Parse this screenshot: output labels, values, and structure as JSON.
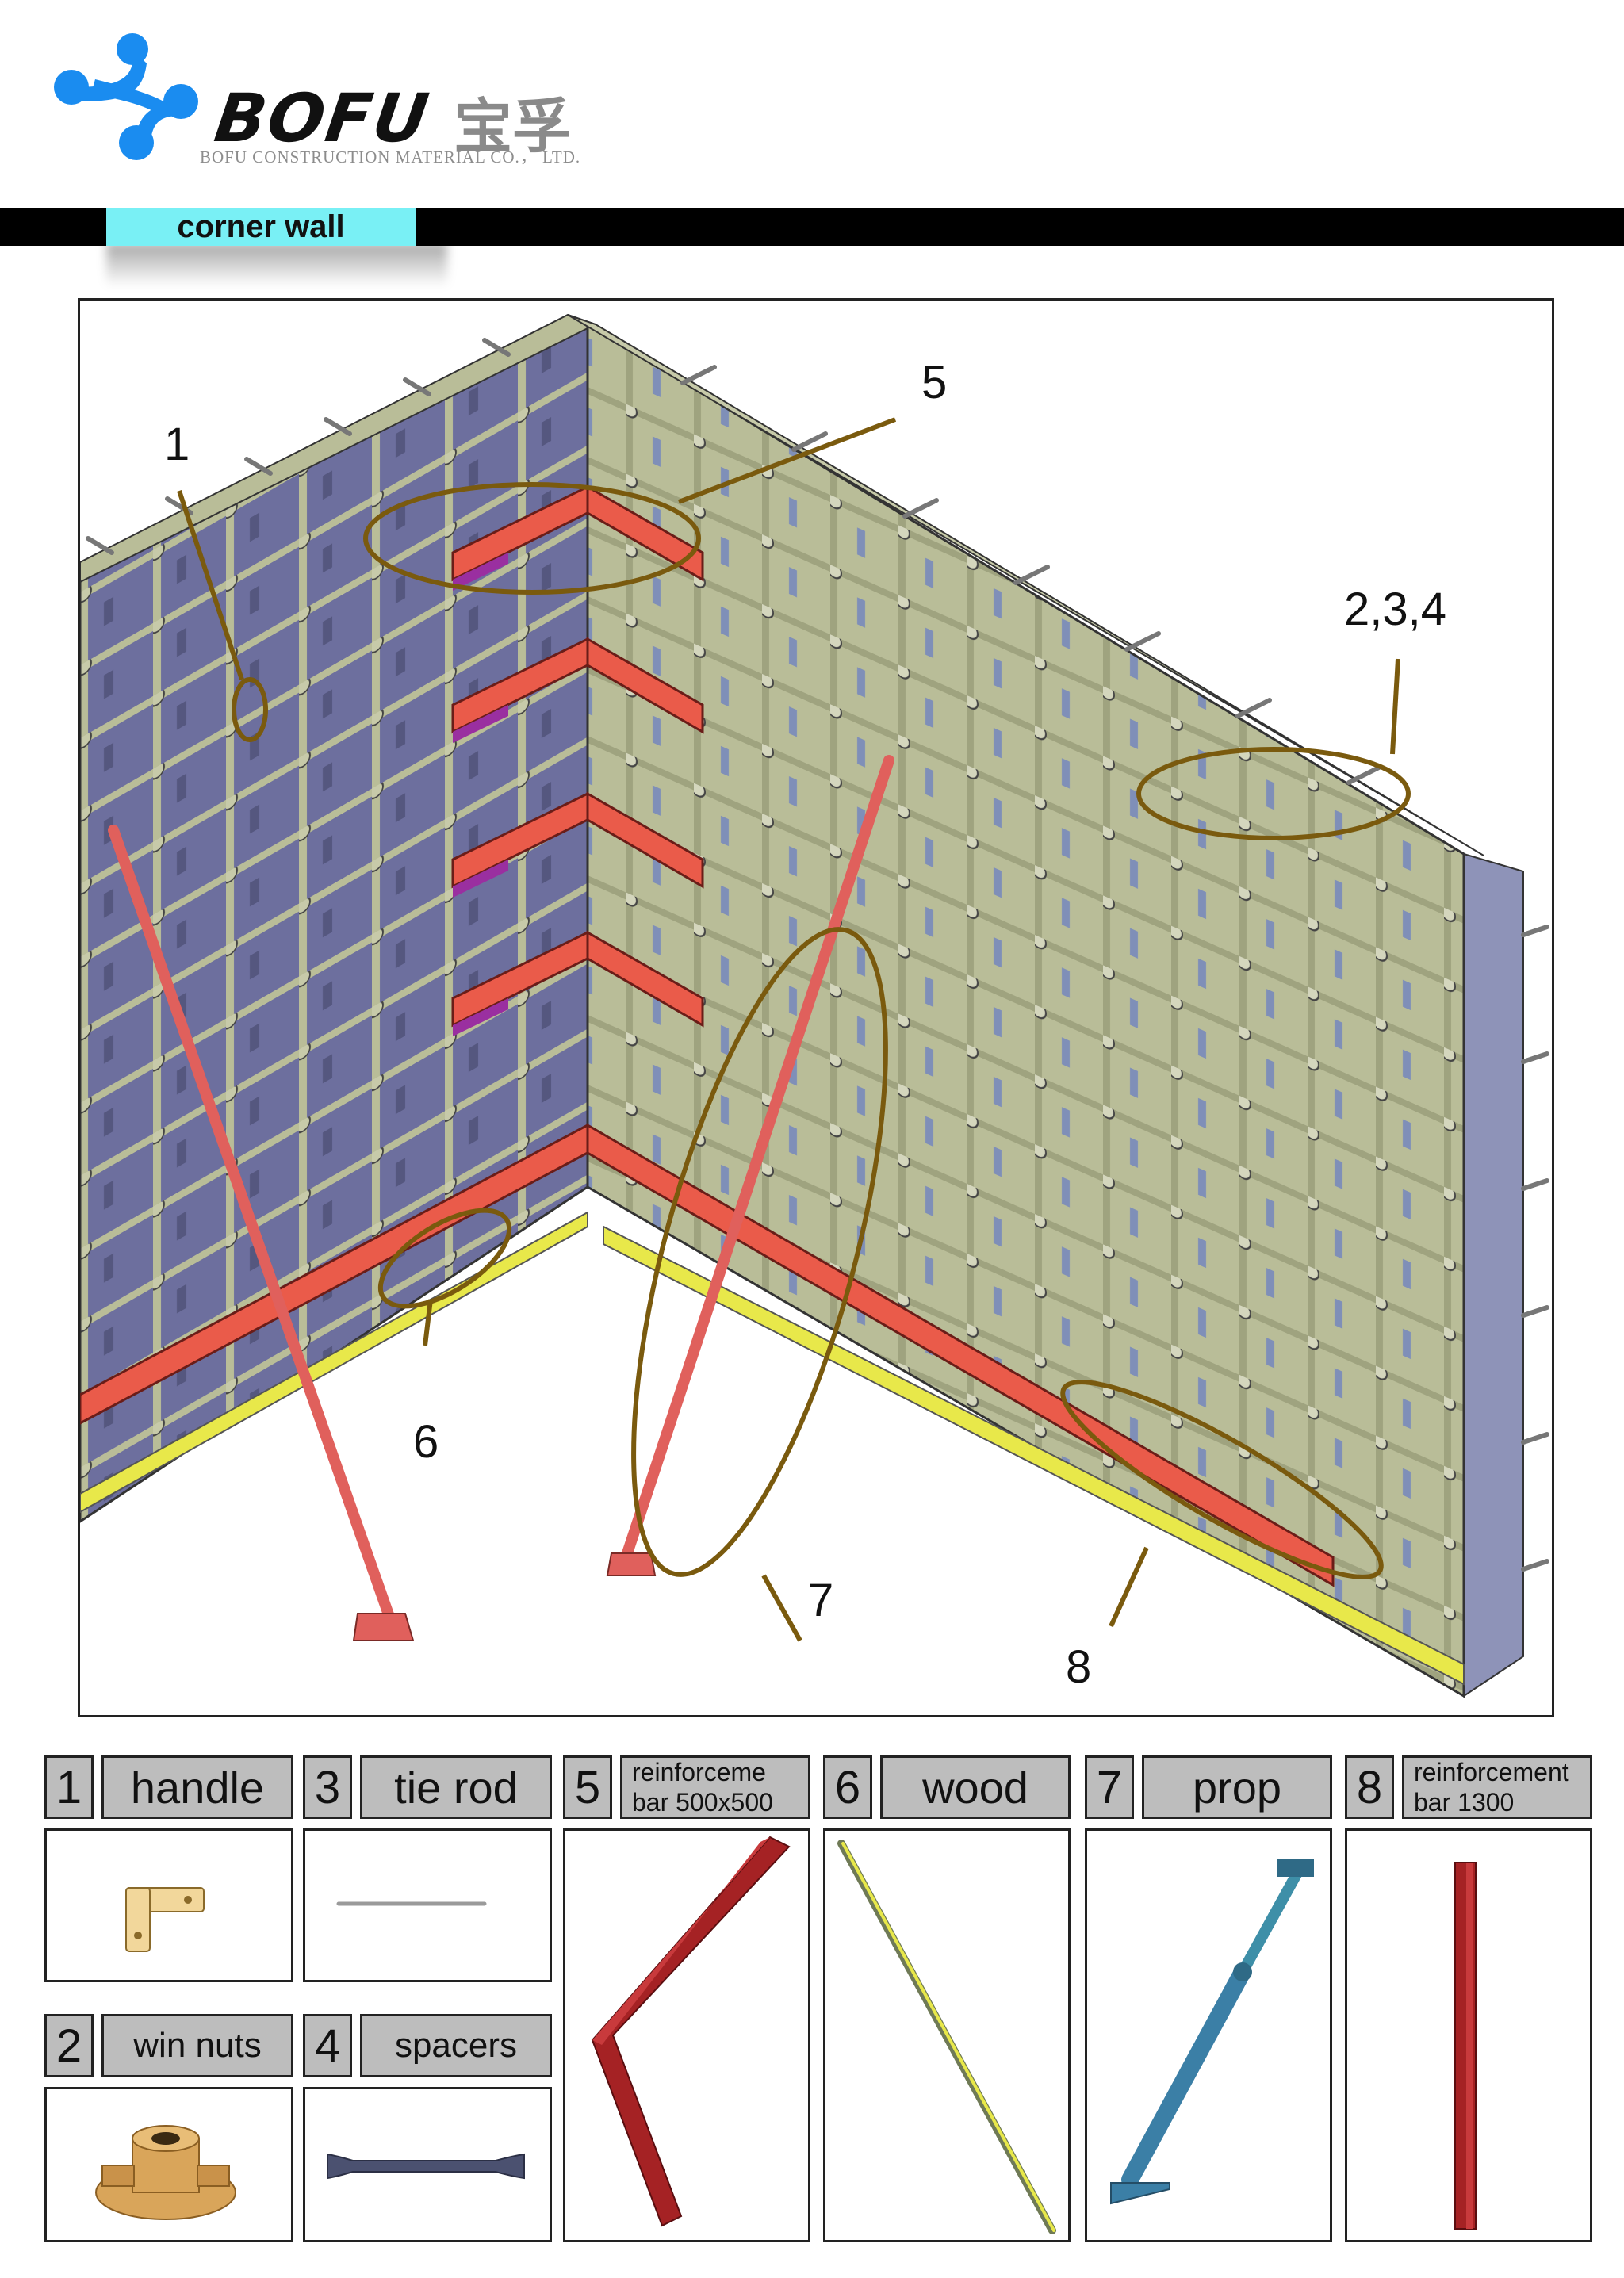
{
  "header": {
    "brand": "BOFU",
    "brand_cn": "宝孚",
    "company": "BOFU CONSTRUCTION MATERIAL CO.， LTD.",
    "page_title": "corner wall"
  },
  "colors": {
    "title_tab": "#79f0f5",
    "logo_blue": "#1a8cf0",
    "callout_line": "#7a5a0e",
    "panel_face": "#b9bd98",
    "panel_back": "#6d6f9e",
    "waler": "#ea5b4a",
    "wood": "#e8e84a",
    "label_bg": "#bdbdbd"
  },
  "drawing": {
    "callouts": [
      "1",
      "5",
      "2,3,4",
      "6",
      "7",
      "8"
    ]
  },
  "parts": [
    {
      "num": "1",
      "label": "handle",
      "icon": "handle-icon"
    },
    {
      "num": "3",
      "label": "tie rod",
      "icon": "tie-rod-icon"
    },
    {
      "num": "5",
      "label": "reinforceme bar 500x500",
      "icon": "corner-waler-icon"
    },
    {
      "num": "6",
      "label": "wood",
      "icon": "wood-strip-icon"
    },
    {
      "num": "7",
      "label": "prop",
      "icon": "prop-icon"
    },
    {
      "num": "8",
      "label": "reinforcement bar 1300",
      "icon": "waler-bar-icon"
    },
    {
      "num": "2",
      "label": "win nuts",
      "icon": "wing-nut-icon"
    },
    {
      "num": "4",
      "label": "spacers",
      "icon": "spacer-icon"
    }
  ]
}
